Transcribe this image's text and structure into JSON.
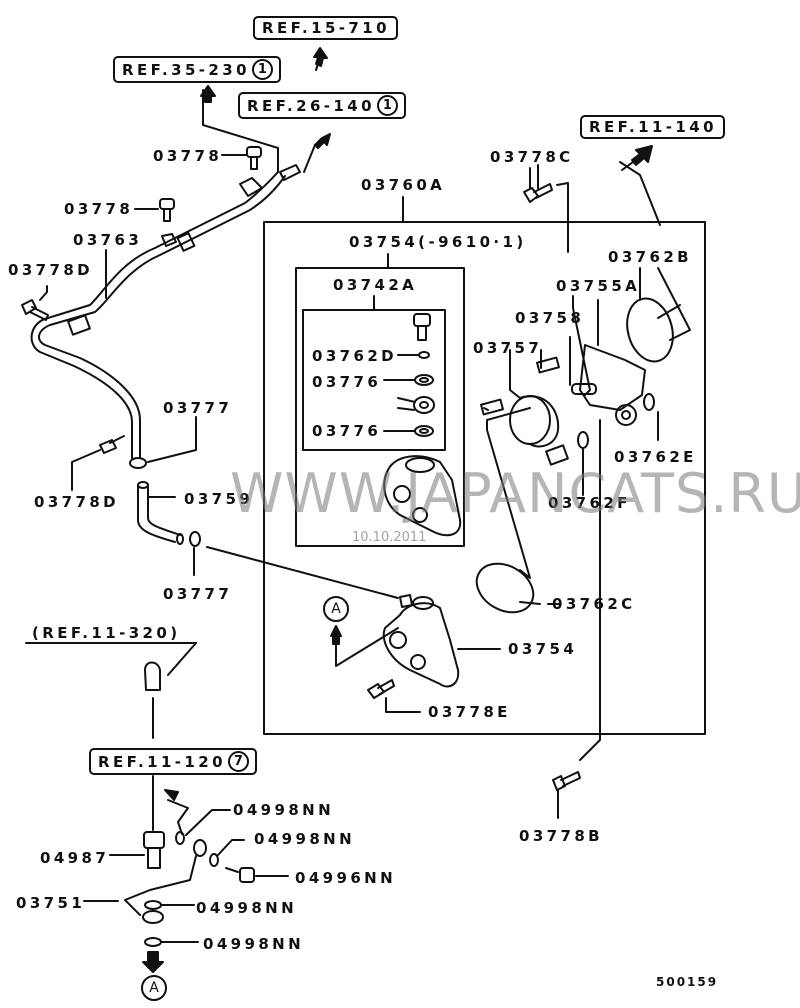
{
  "diagram": {
    "watermark": "WWW.JAPANCATS.RU",
    "date_stamp": "10.10.2011",
    "drawing_code": "500159",
    "references": [
      {
        "id": "ref-15-710",
        "text": "REF.15-710",
        "circle": ""
      },
      {
        "id": "ref-35-230",
        "text": "REF.35-230",
        "circle": "1"
      },
      {
        "id": "ref-26-140",
        "text": "REF.26-140",
        "circle": "1"
      },
      {
        "id": "ref-11-140",
        "text": "REF.11-140",
        "circle": ""
      },
      {
        "id": "ref-11-320",
        "text": "(REF.11-320)",
        "circle": ""
      },
      {
        "id": "ref-11-120",
        "text": "REF.11-120",
        "circle": "7"
      }
    ],
    "anchor_label": "A",
    "parts": [
      {
        "id": "p-03778-a",
        "text": "03778"
      },
      {
        "id": "p-03778-b",
        "text": "03778"
      },
      {
        "id": "p-03763",
        "text": "03763"
      },
      {
        "id": "p-03778d-a",
        "text": "03778D"
      },
      {
        "id": "p-03777-a",
        "text": "03777"
      },
      {
        "id": "p-03778d-b",
        "text": "03778D"
      },
      {
        "id": "p-03759",
        "text": "03759"
      },
      {
        "id": "p-03777-b",
        "text": "03777"
      },
      {
        "id": "p-03760a",
        "text": "03760A"
      },
      {
        "id": "p-03754-kit",
        "text": "03754(-9610·1)"
      },
      {
        "id": "p-03742a",
        "text": "03742A"
      },
      {
        "id": "p-03762d",
        "text": "03762D"
      },
      {
        "id": "p-03776-a",
        "text": "03776"
      },
      {
        "id": "p-03776-b",
        "text": "03776"
      },
      {
        "id": "p-03778c",
        "text": "03778C"
      },
      {
        "id": "p-03762b",
        "text": "03762B"
      },
      {
        "id": "p-03755a",
        "text": "03755A"
      },
      {
        "id": "p-03758",
        "text": "03758"
      },
      {
        "id": "p-03757",
        "text": "03757"
      },
      {
        "id": "p-03762e",
        "text": "03762E"
      },
      {
        "id": "p-03762f",
        "text": "03762F"
      },
      {
        "id": "p-03762c",
        "text": "03762C"
      },
      {
        "id": "p-03754",
        "text": "03754"
      },
      {
        "id": "p-03778e",
        "text": "03778E"
      },
      {
        "id": "p-03778b",
        "text": "03778B"
      },
      {
        "id": "p-04998nn-a",
        "text": "04998NN"
      },
      {
        "id": "p-04998nn-b",
        "text": "04998NN"
      },
      {
        "id": "p-04987",
        "text": "04987"
      },
      {
        "id": "p-04996nn",
        "text": "04996NN"
      },
      {
        "id": "p-03751",
        "text": "03751"
      },
      {
        "id": "p-04998nn-c",
        "text": "04998NN"
      },
      {
        "id": "p-04998nn-d",
        "text": "04998NN"
      }
    ]
  }
}
